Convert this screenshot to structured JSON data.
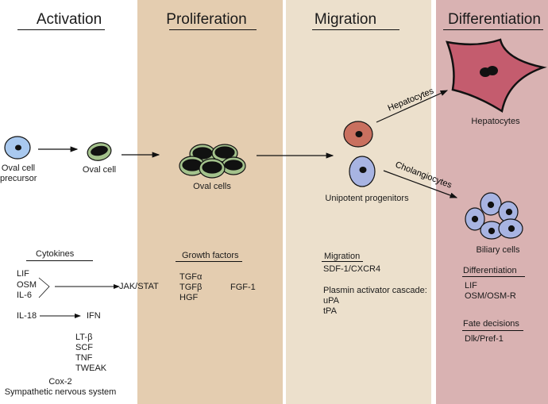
{
  "stages": [
    {
      "title": "Activation"
    },
    {
      "title": "Proliferation"
    },
    {
      "title": "Migration"
    },
    {
      "title": "Differentiation"
    }
  ],
  "colors": {
    "proliferation_bg": "#e4cdb0",
    "migration_bg": "#ece0cc",
    "differentiation_bg": "#d9b2b2",
    "precursor_cell": "#a9c9ef",
    "oval_cell": "#a4c28c",
    "hepatocyte_progenitor": "#c9705f",
    "cholangiocyte_progenitor": "#a8b4e2",
    "hepatocyte": "#c45c6e",
    "biliary_cell": "#a8b4e2"
  },
  "cells": {
    "precursor": "Oval cell\nprecursor",
    "oval_cell": "Oval cell",
    "oval_cells": "Oval cells",
    "unipotent": "Unipotent progenitors",
    "hepatocytes": "Hepatocytes",
    "biliary": "Biliary cells"
  },
  "arrows": {
    "hepatocytes": "Hepatocytes",
    "cholangiocytes": "Cholangiocytes"
  },
  "activation": {
    "cytokines_title": "Cytokines",
    "group1": [
      "LIF",
      "OSM",
      "IL-6"
    ],
    "group1_target": "JAK/STAT",
    "il18": "IL-18",
    "il18_target": "IFN",
    "others": [
      "LT-β",
      "SCF",
      "TNF",
      "TWEAK"
    ],
    "cox2": "Cox-2",
    "sns": "Sympathetic nervous system"
  },
  "proliferation": {
    "title": "Growth factors",
    "list": [
      "TGFα",
      "TGFβ",
      "HGF"
    ],
    "extra": "FGF-1"
  },
  "migration": {
    "title": "Migration",
    "item1": "SDF-1/CXCR4",
    "cascade_title": "Plasmin activator cascade:",
    "cascade": [
      "uPA",
      "tPA"
    ]
  },
  "differentiation": {
    "title": "Differentiation",
    "list": [
      "LIF",
      "OSM/OSM-R"
    ],
    "fate_title": "Fate decisions",
    "fate": "Dlk/Pref-1"
  }
}
